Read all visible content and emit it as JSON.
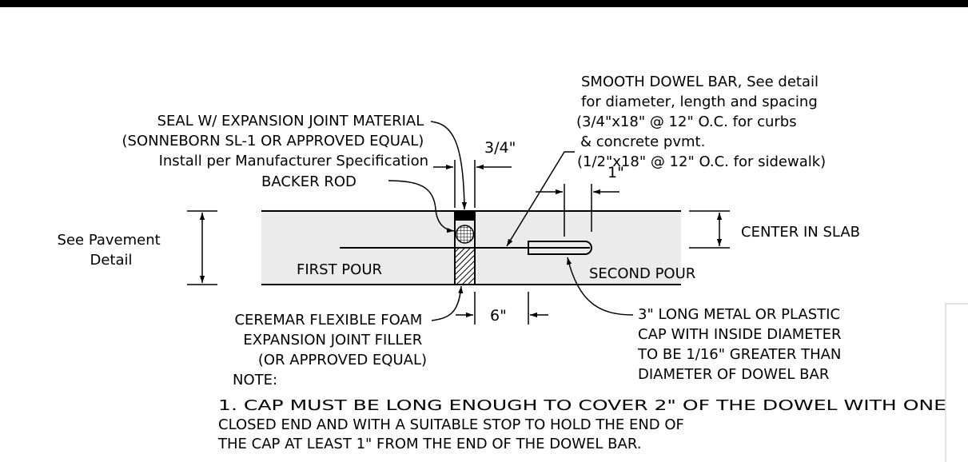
{
  "callouts": {
    "seal": [
      "SEAL W/ EXPANSION JOINT MATERIAL",
      "(SONNEBORN SL-1 OR APPROVED EQUAL)",
      "Install per Manufacturer Specification"
    ],
    "dowel": [
      "SMOOTH DOWEL BAR,  See detail",
      "for diameter, length and spacing",
      "(3/4\"x18\" @ 12\" O.C. for curbs",
      "& concrete pvmt.",
      "(1/2\"x18\" @ 12\" O.C. for sidewalk)"
    ],
    "backer_rod": "BACKER ROD",
    "pavement": [
      "See Pavement",
      "Detail"
    ],
    "center_in_slab": "CENTER IN SLAB",
    "first_pour": "FIRST POUR",
    "second_pour": "SECOND POUR",
    "foam_filler": [
      "CEREMAR FLEXIBLE FOAM",
      "EXPANSION JOINT FILLER",
      "(OR APPROVED EQUAL)"
    ],
    "cap": [
      "3\" LONG METAL OR PLASTIC",
      "CAP WITH INSIDE DIAMETER",
      "TO BE 1/16\" GREATER THAN",
      "DIAMETER OF DOWEL BAR"
    ]
  },
  "dimensions": {
    "joint_width": "3/4\"",
    "cap_clearance": "1\"",
    "dowel_offset": "6\""
  },
  "note": {
    "heading": "NOTE:",
    "lines": [
      "1.  CAP MUST BE LONG ENOUGH TO COVER 2\" OF THE DOWEL WITH ONE",
      "CLOSED END AND WITH A SUITABLE STOP TO HOLD THE END OF",
      "THE CAP AT LEAST 1\" FROM THE END OF THE DOWEL BAR."
    ]
  },
  "colors": {
    "slab_fill": "#ebebeb",
    "line": "#000000"
  }
}
